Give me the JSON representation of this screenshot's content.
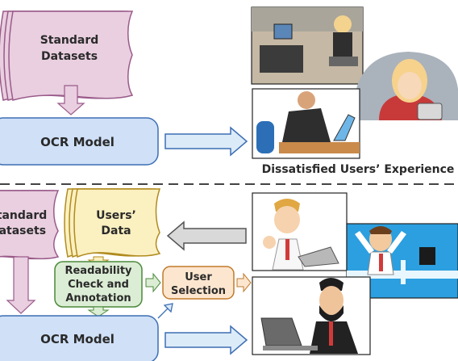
{
  "top": {
    "datasets_line1": "Standard",
    "datasets_line2": "Datasets",
    "model_label": "OCR Model",
    "caption": "Dissatisfied Users’ Experience"
  },
  "bottom": {
    "datasets_line1": "Standard",
    "datasets_line2": "Datasets",
    "users_data_line1": "Users’",
    "users_data_line2": "Data",
    "check_line1": "Readability",
    "check_line2": "Check and",
    "check_line3": "Annotation",
    "selection_line1": "User",
    "selection_line2": "Selection",
    "model_label": "OCR Model"
  },
  "colors": {
    "datasets_fill": "#e9cfe0",
    "users_data_fill": "#fbf0c0",
    "model_fill": "#cfe0f7",
    "check_fill": "#dcedd5",
    "selection_fill": "#fde6cf",
    "arrow_gray": "#d9d9d9",
    "arrow_blue": "#dcebf8"
  },
  "icons": [
    "office-scene-icon",
    "angry-woman-on-phone-icon",
    "frustrated-man-at-laptop-icon",
    "thumbs-up-man-icon",
    "celebrating-man-icon",
    "smiling-bearded-man-icon"
  ]
}
